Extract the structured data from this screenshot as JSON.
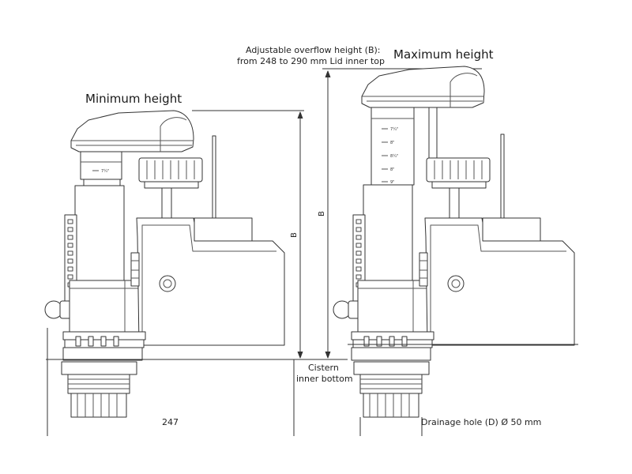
{
  "labels": {
    "minimum_height": "Minimum height",
    "maximum_height": "Maximum height",
    "overflow_line1": "Adjustable overflow height (B):",
    "overflow_line2": "from 248 to 290 mm Lid inner top",
    "cistern_line1": "Cistern",
    "cistern_line2": "inner bottom",
    "dim_247": "247",
    "drainage": "Drainage hole (D) Ø 50 mm",
    "dim_b_left": "B",
    "dim_b_mid": "B"
  },
  "scale_marks": [
    "7¼\"",
    "7¼\"",
    "8\"",
    "8¼\"",
    "8\"",
    "9\""
  ],
  "colors": {
    "line": "#333333",
    "thin": "#555555",
    "fill": "#ffffff"
  }
}
